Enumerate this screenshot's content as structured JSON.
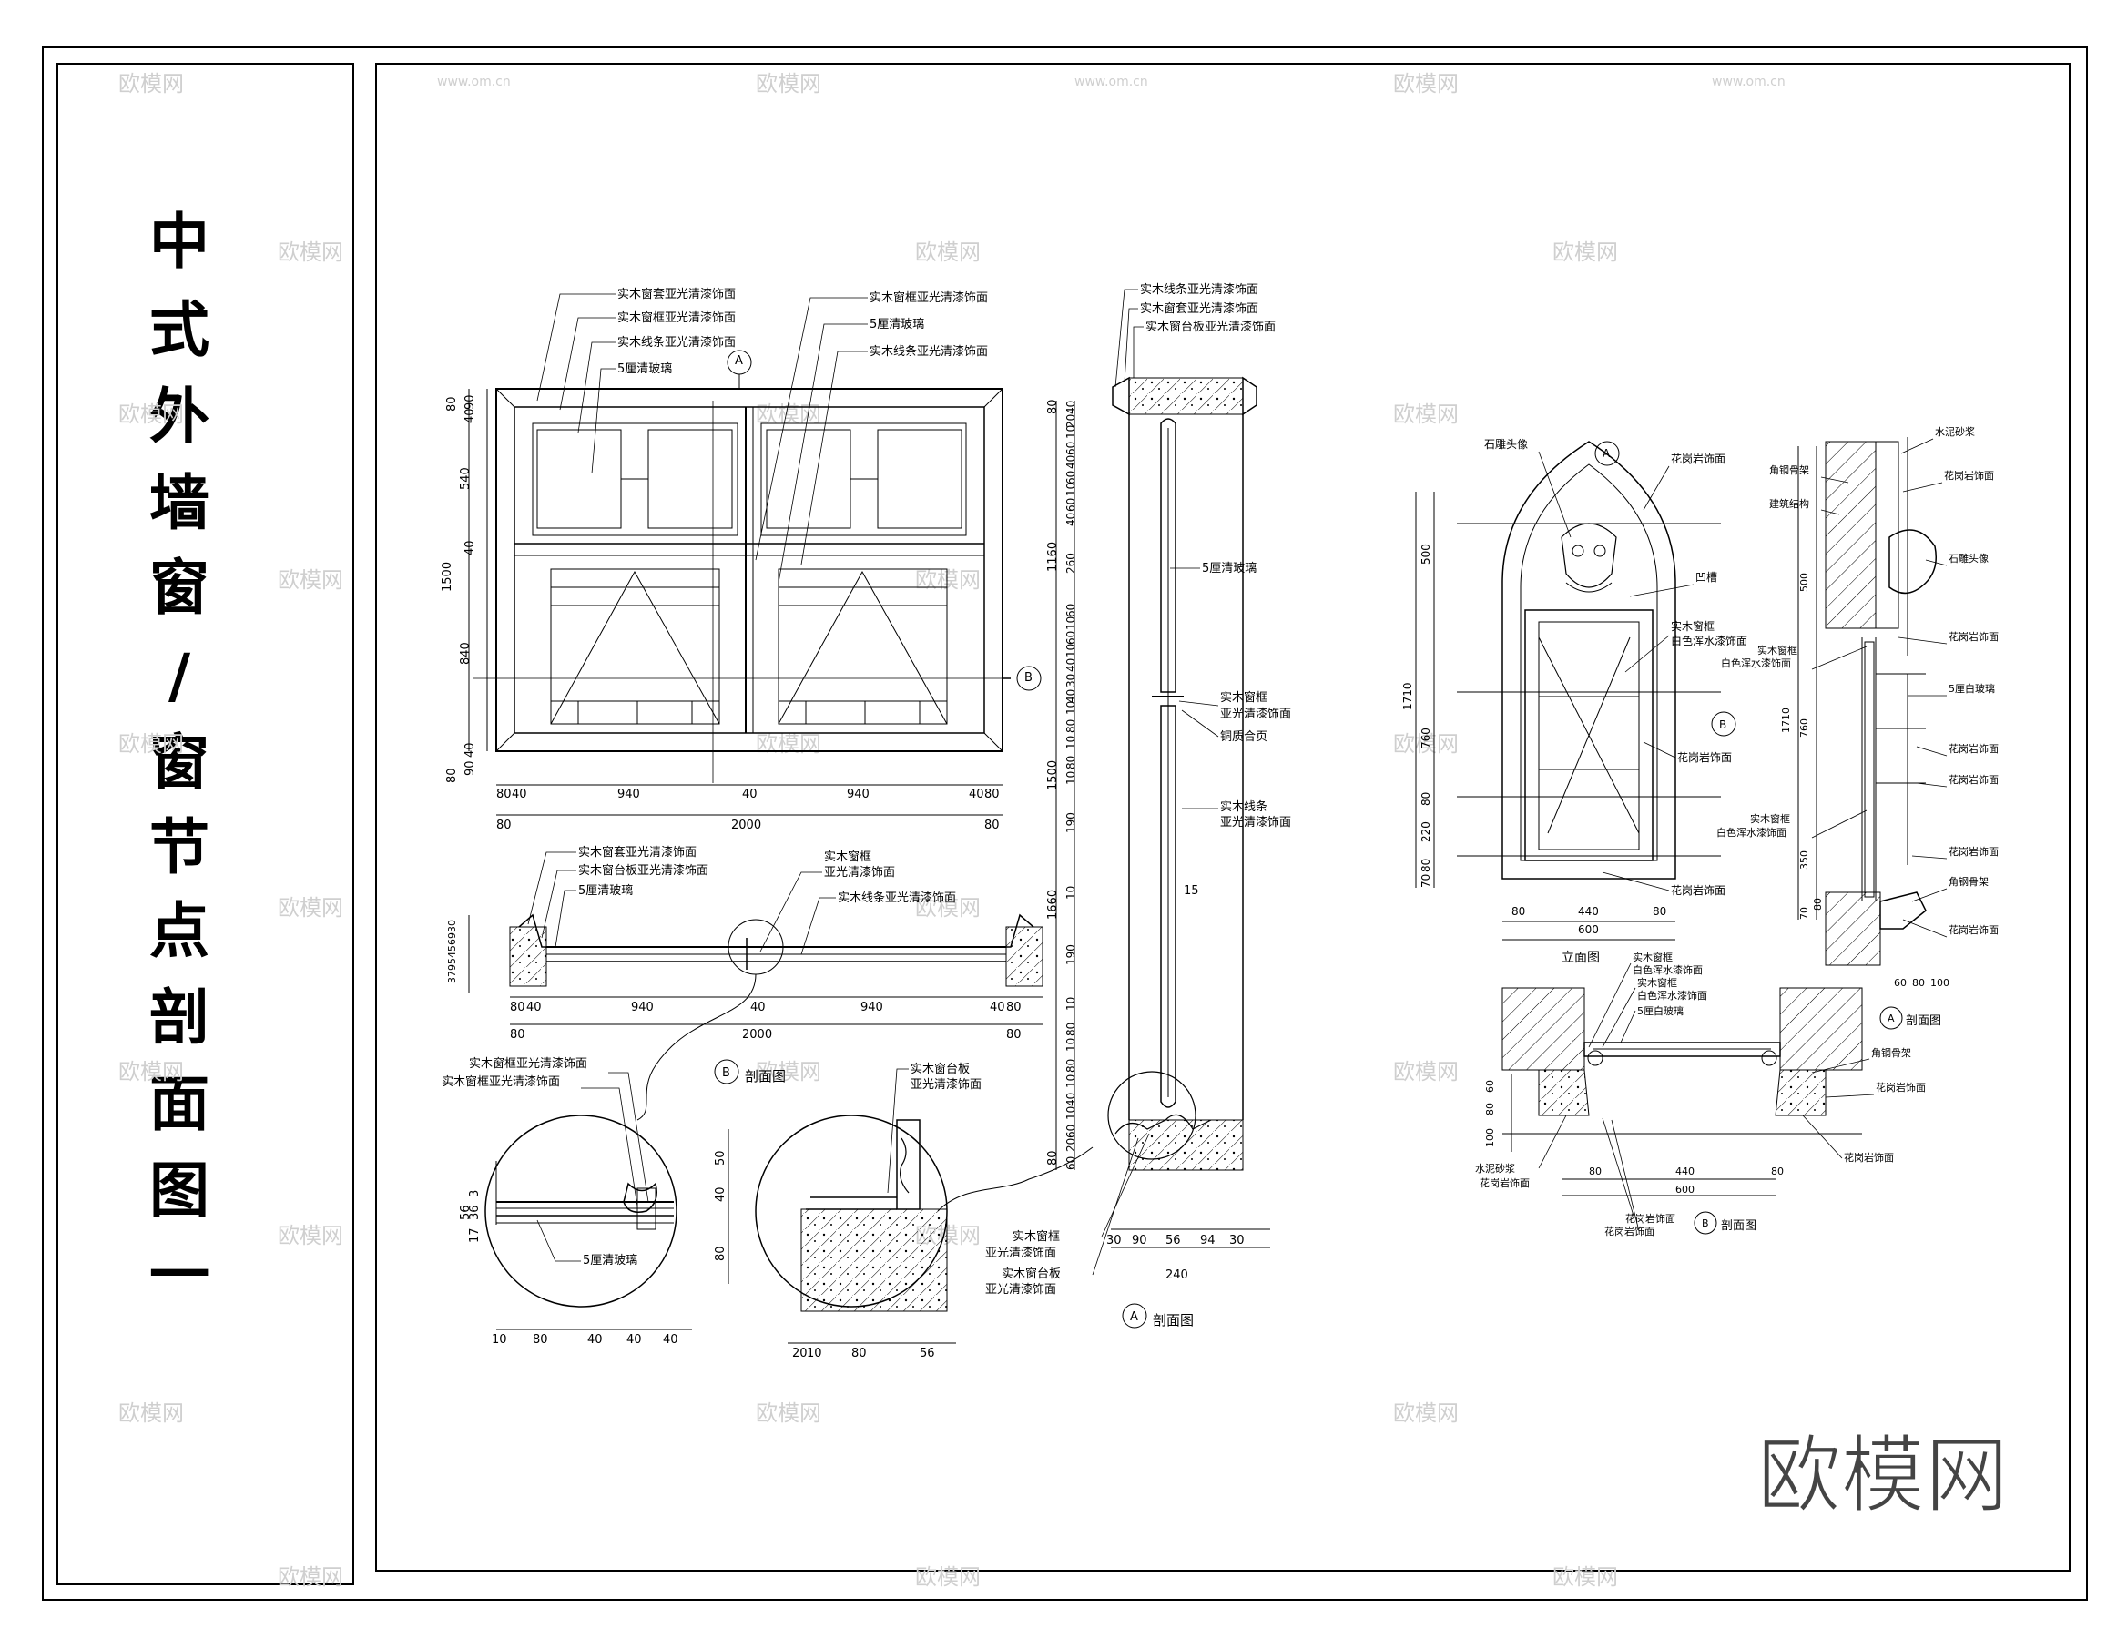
{
  "title_block": {
    "title_chars": [
      "中",
      "式",
      "外",
      "墙",
      "窗",
      "/",
      "窗",
      "节",
      "点",
      "剖",
      "面",
      "图",
      "一"
    ]
  },
  "watermark": {
    "text": "欧模网",
    "url": "www.om.cn",
    "big": "欧模网"
  },
  "elevation_main": {
    "section_mark_a": "A",
    "section_mark_b": "B",
    "callouts": [
      "实木窗套亚光清漆饰面",
      "实木窗框亚光清漆饰面",
      "实木线条亚光清漆饰面",
      "5厘清玻璃",
      "实木窗框亚光清漆饰面",
      "5厘清玻璃",
      "实木线条亚光清漆饰面"
    ],
    "dim_left": [
      "80",
      "40",
      "90",
      "540",
      "40",
      "1500",
      "840",
      "40",
      "90",
      "80"
    ],
    "dim_bottom": [
      "80",
      "40",
      "940",
      "40",
      "940",
      "40",
      "80"
    ],
    "dim_bottom_total": [
      "80",
      "2000",
      "80"
    ]
  },
  "plan_b": {
    "callouts": [
      "实木窗套亚光清漆饰面",
      "实木窗台板亚光清漆饰面",
      "5厘清玻璃",
      "实木窗框",
      "亚光清漆饰面",
      "实木线条亚光清漆饰面"
    ],
    "dim_left": "3795456930",
    "dim_bottom": [
      "80",
      "40",
      "940",
      "40",
      "940",
      "40",
      "80"
    ],
    "dim_total": [
      "80",
      "2000",
      "80"
    ],
    "caption": "剖面图",
    "mark": "B"
  },
  "detail_1": {
    "callouts": [
      "实木窗框亚光清漆饰面",
      "实木窗框亚光清漆饰面",
      "5厘清玻璃"
    ],
    "dim_left": [
      "56",
      "17",
      "36",
      "3"
    ],
    "dim_bottom": [
      "10",
      "80",
      "40",
      "40",
      "40"
    ]
  },
  "detail_2": {
    "callouts": [
      "实木窗台板",
      "亚光清漆饰面"
    ],
    "dim_right": [
      "50",
      "40",
      "80"
    ],
    "dim_bottom": [
      "20",
      "10",
      "80",
      "56"
    ]
  },
  "section_a": {
    "callouts_top": [
      "实木线条亚光清漆饰面",
      "实木窗套亚光清漆饰面",
      "实木窗台板亚光清漆饰面"
    ],
    "callouts_right": [
      "5厘清玻璃",
      "实木窗框",
      "亚光清漆饰面",
      "铜质合页",
      "实木线条",
      "亚光清漆饰面"
    ],
    "callouts_bottom": [
      "实木窗框",
      "亚光清漆饰面",
      "实木窗台板",
      "亚光清漆饰面"
    ],
    "dim_left_outer": [
      "80",
      "1160",
      "1500",
      "1660",
      "80"
    ],
    "dim_left_inner": [
      "40",
      "20",
      "10",
      "60",
      "40",
      "60",
      "10",
      "60",
      "40",
      "260",
      "60",
      "10",
      "60",
      "10",
      "40",
      "30",
      "40",
      "10",
      "80",
      "10",
      "80",
      "10",
      "190",
      "10",
      "190",
      "10",
      "80",
      "10",
      "80",
      "10",
      "40",
      "10",
      "60",
      "20",
      "60"
    ],
    "dim_bottom": [
      "30",
      "90",
      "56",
      "94",
      "30"
    ],
    "dim_total": "240",
    "caption": "剖面图",
    "mark": "A",
    "inner_label": "15"
  },
  "gothic_elev": {
    "callouts": [
      "石雕头像",
      "花岗岩饰面",
      "凹槽",
      "实木窗框",
      "白色浑水漆饰面",
      "花岗岩饰面",
      "花岗岩饰面"
    ],
    "dim_left": [
      "500",
      "1710",
      "760",
      "80",
      "220",
      "70",
      "80"
    ],
    "dim_bottom": [
      "80",
      "440",
      "80"
    ],
    "dim_total": "600",
    "caption": "立面图",
    "mark_a": "A",
    "mark_b": "B"
  },
  "gothic_section": {
    "callouts": [
      "水泥砂浆",
      "角钢骨架",
      "花岗岩饰面",
      "建筑结构",
      "石雕头像",
      "花岗岩饰面",
      "实木窗框",
      "白色浑水漆饰面",
      "5厘白玻璃",
      "花岗岩饰面",
      "花岗岩饰面",
      "实木窗框",
      "白色浑水漆饰面",
      "花岗岩饰面",
      "角钢骨架",
      "花岗岩饰面"
    ],
    "dim_left": [
      "500",
      "1710",
      "760",
      "350",
      "70",
      "80"
    ],
    "dim_bottom": [
      "60",
      "80",
      "100"
    ],
    "caption": "剖面图",
    "mark": "A"
  },
  "gothic_plan": {
    "callouts": [
      "实木窗框",
      "白色浑水漆饰面",
      "实木窗框",
      "白色浑水漆饰面",
      "5厘白玻璃",
      "角钢骨架",
      "花岗岩饰面",
      "水泥砂浆",
      "花岗岩饰面",
      "花岗岩饰面",
      "花岗岩饰面",
      "花岗岩饰面"
    ],
    "dim_left": [
      "100",
      "80",
      "60"
    ],
    "dim_bottom": [
      "80",
      "440",
      "80"
    ],
    "dim_total": "600",
    "caption": "剖面图",
    "mark": "B"
  }
}
